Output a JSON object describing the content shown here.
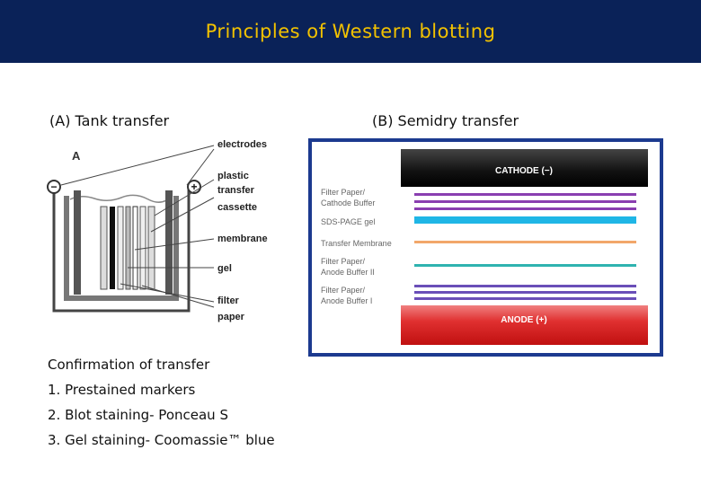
{
  "header": {
    "title": "Principles of Western blotting",
    "bg_color": "#0a2258",
    "title_color": "#f2c200"
  },
  "tank": {
    "title": "(A) Tank transfer",
    "figure_letter": "A",
    "labels": [
      "electrodes",
      "plastic",
      "transfer",
      "cassette",
      "membrane",
      "gel",
      "filter",
      "paper"
    ],
    "minus_symbol": "−",
    "plus_symbol": "+"
  },
  "semidry": {
    "title": "(B) Semidry transfer",
    "cathode_label": "CATHODE (−)",
    "anode_label": "ANODE (+)",
    "layers": [
      {
        "label_lines": [
          "Filter Paper/",
          "Cathode Buffer"
        ],
        "color": "#8a3fb0"
      },
      {
        "label_lines": [
          "SDS-PAGE gel"
        ],
        "color": "#1fb6e6"
      },
      {
        "label_lines": [
          "Transfer Membrane"
        ],
        "color": "#f2a76a"
      },
      {
        "label_lines": [
          "Filter Paper/",
          "Anode Buffer II"
        ],
        "color": "#2fb3b0"
      },
      {
        "label_lines": [
          "Filter Paper/",
          "Anode Buffer I"
        ],
        "color": "#6a4fb8"
      }
    ],
    "frame_color": "#1c3a8f"
  },
  "confirmation": {
    "heading": "Confirmation of transfer",
    "items": [
      "1. Prestained markers",
      "2. Blot staining- Ponceau S",
      "3. Gel staining- Coomassie™ blue"
    ]
  }
}
